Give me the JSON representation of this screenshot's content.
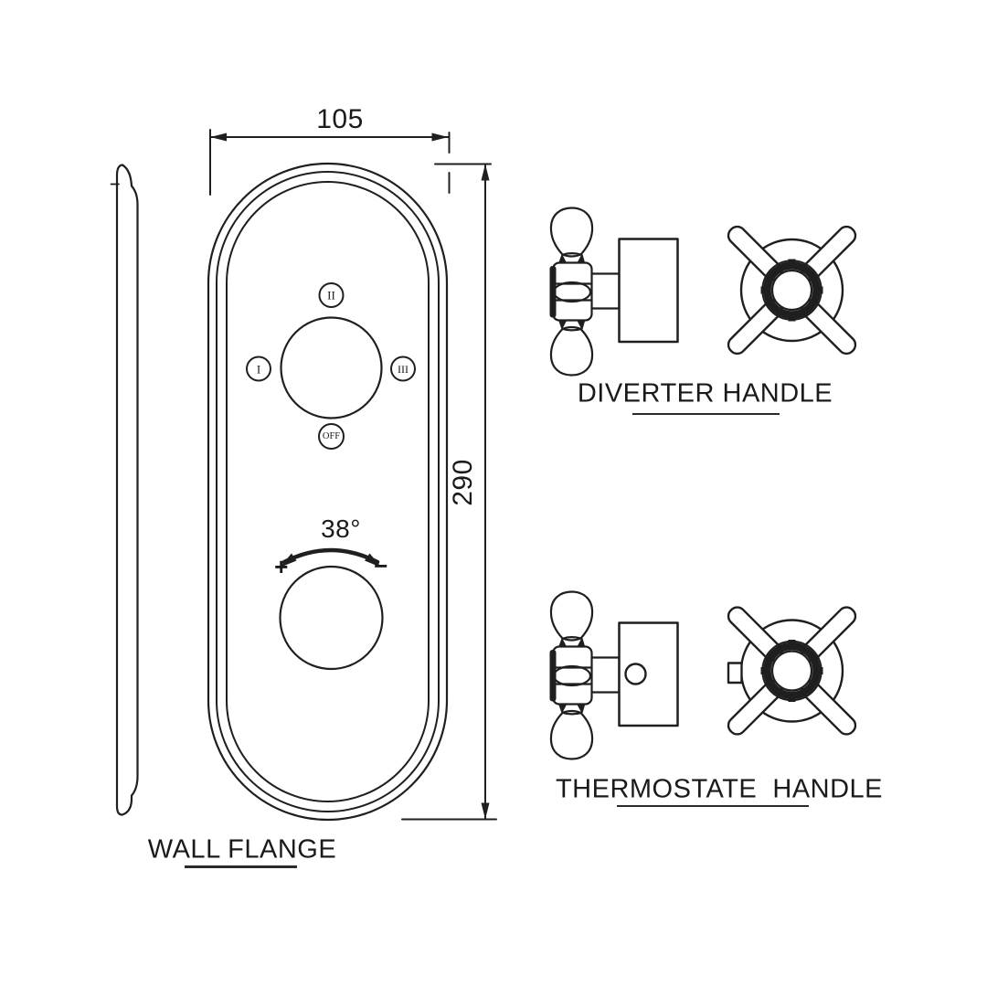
{
  "drawing": {
    "type": "technical-line-drawing",
    "subject": "concealed shower valve trim set",
    "colors": {
      "background": "#ffffff",
      "line": "#1f1f1f",
      "text": "#1a1a1a"
    },
    "labels": {
      "wall_flange": "WALL FLANGE",
      "diverter_handle": "DIVERTER HANDLE",
      "thermostate_handle": "THERMOSTATE  HANDLE"
    },
    "dimensions": {
      "width": "105",
      "height": "290"
    },
    "diverter_dial": {
      "top": "II",
      "left": "I",
      "right": "III",
      "bottom": "OFF"
    },
    "thermostat_dial": {
      "angle": "38°",
      "plus": "+",
      "minus": "−"
    }
  }
}
